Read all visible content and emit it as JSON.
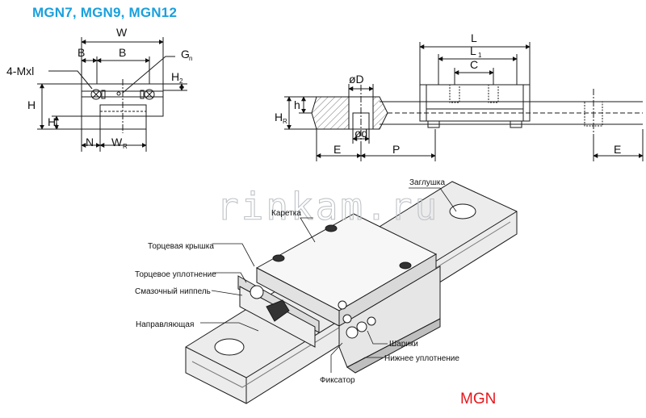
{
  "title": "MGN7, MGN9, MGN12",
  "brand": "MGN",
  "watermark": "rinkam.ru",
  "colors": {
    "title": "#1aa0dc",
    "brand": "#e8161b",
    "line": "#1a1a1a",
    "watermark": "#bfc3c7"
  },
  "front_view": {
    "W": "W",
    "B_left": "B",
    "B_center": "B",
    "G": "G",
    "G_sub": "n",
    "M": "4-Mxl",
    "H": "H",
    "H1": "H",
    "H1_sub": "1",
    "H2": "H",
    "H2_sub": "2",
    "N": "N",
    "WR": "W",
    "WR_sub": "R"
  },
  "side_view": {
    "L": "L",
    "L1": "L",
    "L1_sub": "1",
    "C": "C",
    "D": "øD",
    "d": "ød",
    "h": "h",
    "HR": "H",
    "HR_sub": "R",
    "E_left": "E",
    "P": "P",
    "E_right": "E"
  },
  "parts": {
    "carriage": "Каретка",
    "end_plug": "Заглушка",
    "end_cap": "Торцевая крышка",
    "end_seal": "Торцевое уплотнение",
    "grease_nipple": "Смазочный ниппель",
    "rail": "Направляющая",
    "balls": "Шарики",
    "bottom_seal": "Нижнее уплотнение",
    "retainer": "Фиксатор"
  }
}
